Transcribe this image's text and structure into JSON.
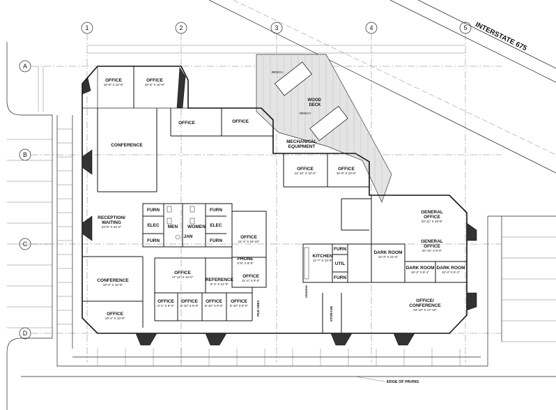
{
  "grid": {
    "columns": [
      "1",
      "2",
      "3",
      "4",
      "5"
    ],
    "rows": [
      "A",
      "B",
      "C",
      "D"
    ]
  },
  "road": "INTERSTATE 675",
  "paving": "EDGE OF PAVING",
  "deck": {
    "name": "WOOD\nDECK",
    "bench1": "BENCH",
    "bench2": "BENCH"
  },
  "rooms": {
    "office_nw1": {
      "name": "OFFICE",
      "dim": "15'-8\" X 10'-8\""
    },
    "office_nw2": {
      "name": "OFFICE",
      "dim": "15'-8\" X 10'-8\""
    },
    "office_n1": {
      "name": "OFFICE"
    },
    "office_n2": {
      "name": "OFFICE"
    },
    "conference_n": {
      "name": "CONFERENCE"
    },
    "mechanical": {
      "name": "MECHANICAL\nEQUIPMENT"
    },
    "office_ne1": {
      "name": "OFFICE",
      "dim": "14'-10\" X 10'-6\""
    },
    "office_ne2": {
      "name": "OFFICE",
      "dim": "15'-8\" X 10'-6\""
    },
    "reception": {
      "name": "RECEPTION/\nWAITING",
      "dim": "23'-9\" X 23'-2\""
    },
    "furn1": {
      "name": "FURN"
    },
    "furn2": {
      "name": "FURN"
    },
    "furn3": {
      "name": "FURN"
    },
    "furn4": {
      "name": "FURN"
    },
    "furn5": {
      "name": "FURN"
    },
    "furn6": {
      "name": "FURN"
    },
    "elec1": {
      "name": "ELEC"
    },
    "elec2": {
      "name": "ELEC"
    },
    "men": {
      "name": "MEN"
    },
    "women": {
      "name": "WOMEN"
    },
    "jan": {
      "name": "JAN"
    },
    "office_c": {
      "name": "OFFICE",
      "dim": "11'-4\" X 16'-10\""
    },
    "phone": {
      "name": "PHONE",
      "dim": "3'-8\" X 8'-0\""
    },
    "office_c2": {
      "name": "OFFICE",
      "dim": "11'-4\" X 9'-0\""
    },
    "conference_s": {
      "name": "CONFERENCE",
      "dim": "19'-4\" X 16'-8\""
    },
    "office_sw": {
      "name": "OFFICE",
      "dim": "19'-4\" X 10'-8\""
    },
    "office_cs": {
      "name": "OFFICE",
      "dim": "17'-11\" X 12'-0\""
    },
    "reference": {
      "name": "REFERENCE",
      "dim": "8'-1\" X 12'-0\""
    },
    "office_s1": {
      "name": "OFFICE",
      "dim": "8'-1\" X 9'-0\""
    },
    "office_s2": {
      "name": "OFFICE",
      "dim": "8'-10\" X 9'-0\""
    },
    "office_s3": {
      "name": "OFFICE",
      "dim": "8'-10\" X 9'-0\""
    },
    "office_s4": {
      "name": "OFFICE",
      "dim": "8'-10\" X 9'-0\""
    },
    "file_area": {
      "name": "FILE AREA"
    },
    "kitchen": {
      "name": "KITCHEN",
      "dim": "11'-7\" X 13'-9\""
    },
    "util": {
      "name": "UTIL"
    },
    "furn_k1": {
      "name": "FURN"
    },
    "furn_k2": {
      "name": "FURN"
    },
    "dark_room1": {
      "name": "DARK ROOM",
      "dim": "12'-3\" X 21'-5\""
    },
    "dark_room2": {
      "name": "DARK ROOM",
      "dim": "10'-3\" X 8'-1\""
    },
    "dark_room3": {
      "name": "DARK ROOM",
      "dim": "10'-3\" X 8'-1\""
    },
    "general_office1": {
      "name": "GENERAL\nOFFICE",
      "dim": "20'-11\" X 16'-8\""
    },
    "general_office2": {
      "name": "GENERAL\nOFFICE",
      "dim": "20'-10\" X 9'-0\""
    },
    "office_conference": {
      "name": "OFFICE/\nCONFERENCE",
      "dim": "23'-10\" X 17'-10\""
    },
    "storage": {
      "name": "STORAGE"
    },
    "vending": {
      "name": "VENDING"
    }
  }
}
